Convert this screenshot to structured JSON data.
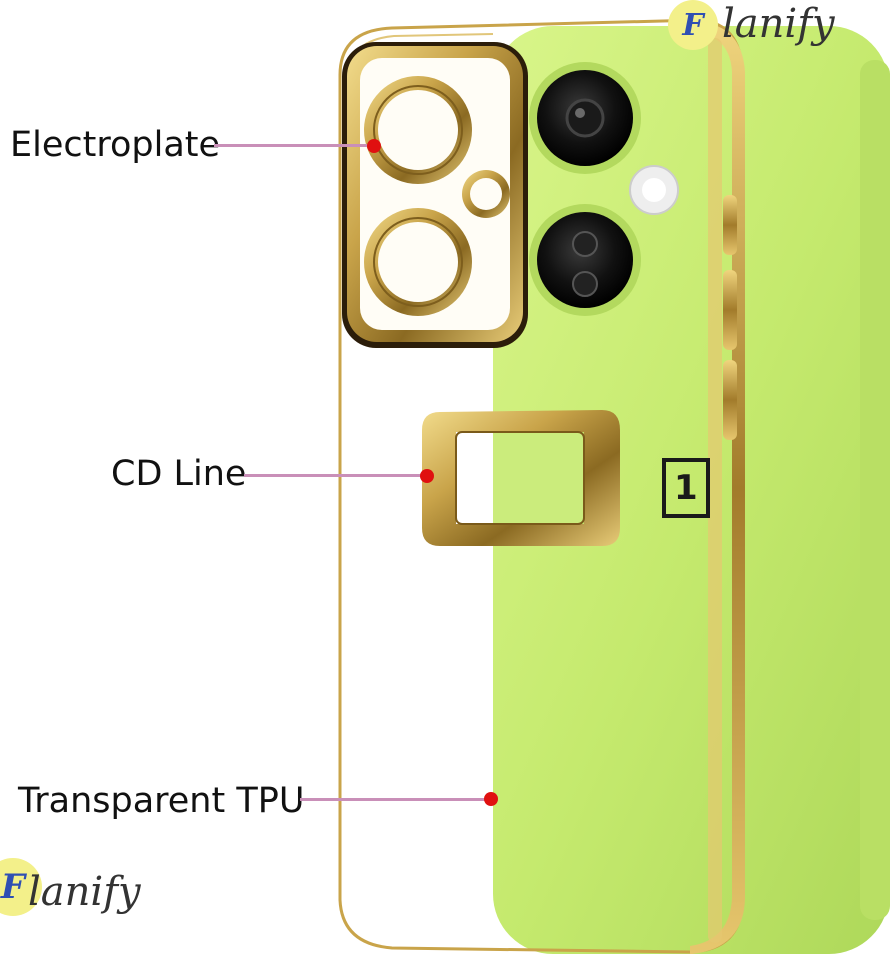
{
  "callouts": {
    "electroplate": "Electroplate",
    "cd_line": "CD Line",
    "transparent_tpu": "Transparent TPU"
  },
  "watermark": {
    "letter": "F",
    "text": "lanify"
  },
  "phone": {
    "brand_mark": "1"
  },
  "colors": {
    "phone_body": "#c5ea6e",
    "gold": "#c9a44a",
    "leader_line": "#c98fb8",
    "marker_dot": "#e01010",
    "watermark_badge": "#f3f08a"
  }
}
